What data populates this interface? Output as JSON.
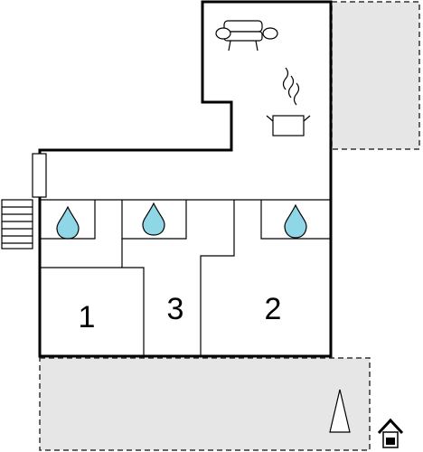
{
  "rooms": [
    {
      "id": "bedroom-1",
      "label": "1"
    },
    {
      "id": "bedroom-3",
      "label": "3"
    },
    {
      "id": "bedroom-2",
      "label": "2"
    }
  ],
  "icons": {
    "sofa": "sofa-icon",
    "kitchen": "cooking-pot-icon",
    "bathroom": "water-drop-icon",
    "north": "north-arrow-icon",
    "home": "house-icon"
  },
  "colors": {
    "wall": "#000000",
    "outdoor_area": "#e6e6e6",
    "water_drop": "#8fd6e6"
  }
}
